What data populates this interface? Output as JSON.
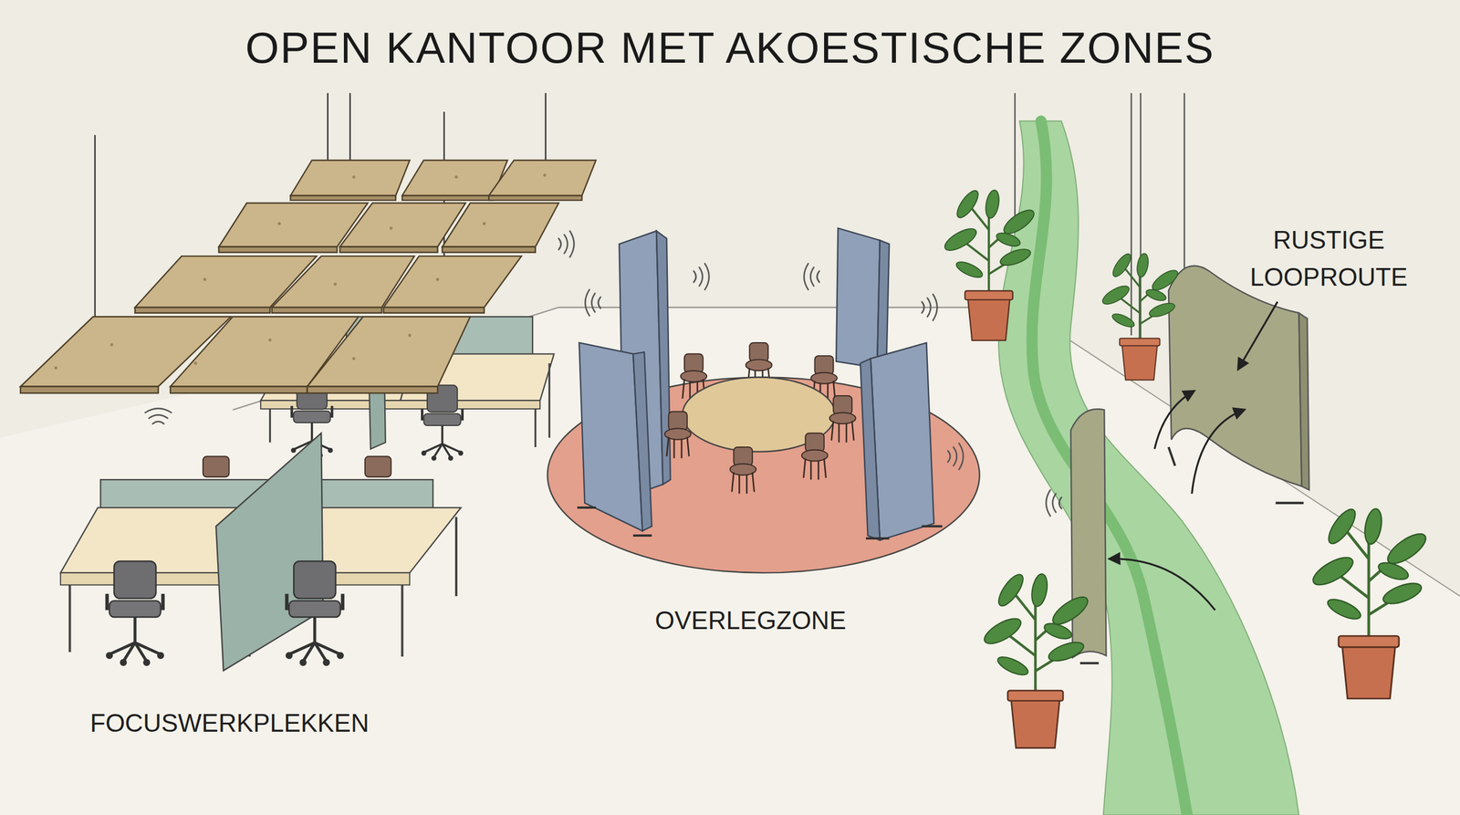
{
  "diagram": {
    "title": "OPEN KANTOOR MET AKOESTISCHE ZONES",
    "labels": [
      "FOCUSWERKPLEKKEN",
      "OVERLEGZONE",
      "RUSTIGE LOOPROUTE"
    ]
  }
}
